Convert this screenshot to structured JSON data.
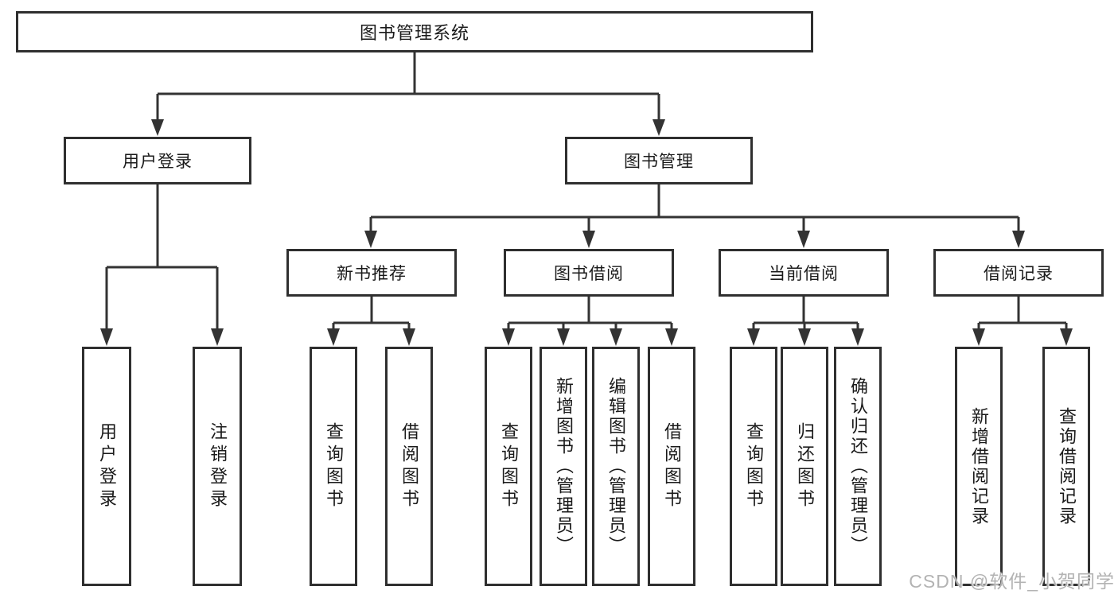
{
  "diagram": {
    "root": {
      "label": "图书管理系统",
      "children": [
        {
          "label": "用户登录",
          "children": [
            {
              "label": "用户登录"
            },
            {
              "label": "注销登录"
            }
          ]
        },
        {
          "label": "图书管理",
          "children": [
            {
              "label": "新书推荐",
              "children": [
                {
                  "label": "查询图书"
                },
                {
                  "label": "借阅图书"
                }
              ]
            },
            {
              "label": "图书借阅",
              "children": [
                {
                  "label": "查询图书"
                },
                {
                  "label": "新增图书（管理员）"
                },
                {
                  "label": "编辑图书（管理员）"
                },
                {
                  "label": "借阅图书"
                }
              ]
            },
            {
              "label": "当前借阅",
              "children": [
                {
                  "label": "查询图书"
                },
                {
                  "label": "归还图书"
                },
                {
                  "label": "确认归还（管理员）"
                }
              ]
            },
            {
              "label": "借阅记录",
              "children": [
                {
                  "label": "新增借阅记录"
                },
                {
                  "label": "查询借阅记录"
                }
              ]
            }
          ]
        }
      ]
    }
  },
  "watermark": {
    "text": "CSDN @软件_小贺同学"
  },
  "colors": {
    "line": "#333333",
    "box_border": "#2f2f2f",
    "text": "#1a1a1a",
    "watermark_text": "#b3b3b3",
    "background": "#ffffff"
  }
}
